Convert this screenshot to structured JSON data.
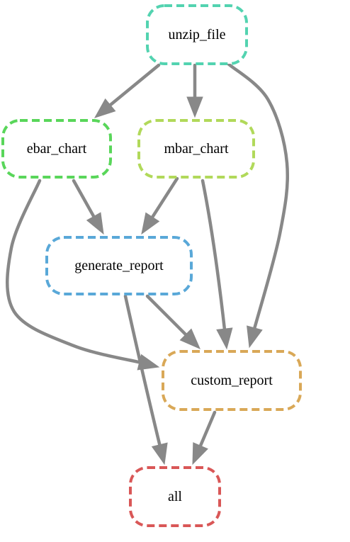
{
  "diagram": {
    "type": "workflow-dag",
    "nodes": [
      {
        "id": "unzip_file",
        "label": "unzip_file",
        "color": "#53d3b0"
      },
      {
        "id": "ebar_chart",
        "label": "ebar_chart",
        "color": "#59d65a"
      },
      {
        "id": "mbar_chart",
        "label": "mbar_chart",
        "color": "#b1d95a"
      },
      {
        "id": "generate_report",
        "label": "generate_report",
        "color": "#59a8d8"
      },
      {
        "id": "custom_report",
        "label": "custom_report",
        "color": "#d9a857"
      },
      {
        "id": "all",
        "label": "all",
        "color": "#d95757"
      }
    ],
    "edges": [
      {
        "from": "unzip_file",
        "to": "ebar_chart"
      },
      {
        "from": "unzip_file",
        "to": "mbar_chart"
      },
      {
        "from": "unzip_file",
        "to": "custom_report"
      },
      {
        "from": "ebar_chart",
        "to": "generate_report"
      },
      {
        "from": "ebar_chart",
        "to": "custom_report"
      },
      {
        "from": "mbar_chart",
        "to": "generate_report"
      },
      {
        "from": "mbar_chart",
        "to": "custom_report"
      },
      {
        "from": "generate_report",
        "to": "custom_report"
      },
      {
        "from": "generate_report",
        "to": "all"
      },
      {
        "from": "custom_report",
        "to": "all"
      }
    ],
    "edge_color": "#888888"
  }
}
